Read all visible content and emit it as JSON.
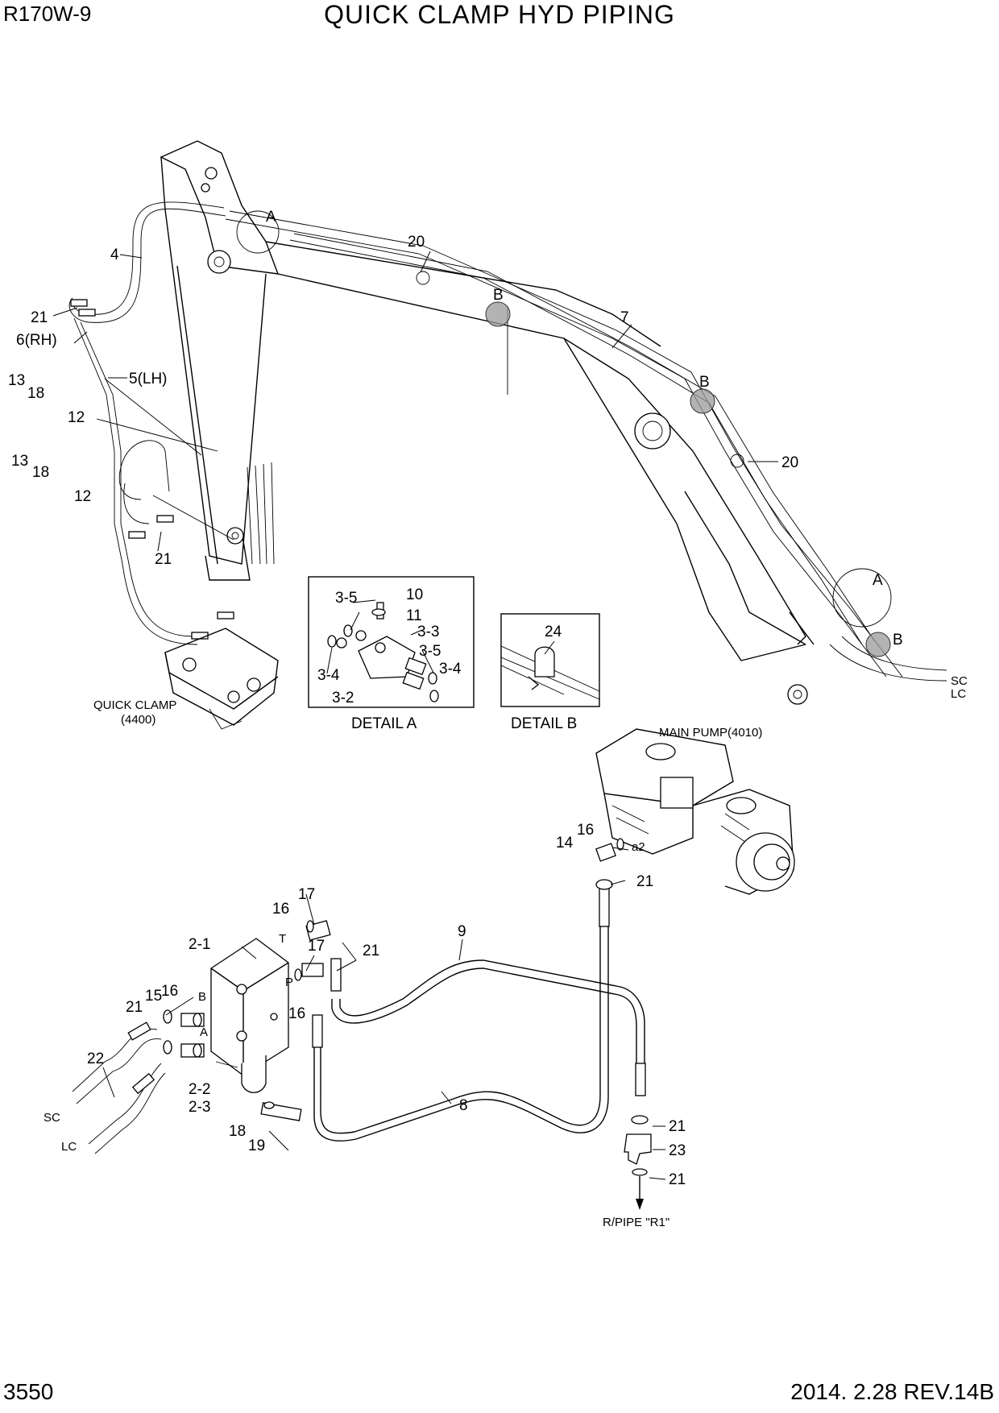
{
  "header": {
    "model": "R170W-9",
    "title": "QUICK CLAMP HYD PIPING"
  },
  "footer": {
    "page": "3550",
    "revision": "2014. 2.28  REV.14B"
  },
  "callouts": {
    "c2_1": "2-1",
    "c2_2": "2-2",
    "c2_3": "2-3",
    "c3_2": "3-2",
    "c3_3": "3-3",
    "c3_4a": "3-4",
    "c3_4b": "3-4",
    "c3_5a": "3-5",
    "c3_5b": "3-5",
    "c4": "4",
    "c5": "5(LH)",
    "c6": "6(RH)",
    "c7": "7",
    "c8": "8",
    "c9": "9",
    "c10": "10",
    "c11": "11",
    "c12a": "12",
    "c12b": "12",
    "c13a": "13",
    "c13b": "13",
    "c14": "14",
    "c15": "15",
    "c16a": "16",
    "c16b": "16",
    "c16c": "16",
    "c16d": "16",
    "c17a": "17",
    "c17b": "17",
    "c18a": "18",
    "c18b": "18",
    "c18c": "18",
    "c19": "19",
    "c20a": "20",
    "c20b": "20",
    "c21a": "21",
    "c21b": "21",
    "c21c": "21",
    "c21d": "21",
    "c21e": "21",
    "c21f": "21",
    "c21g": "21",
    "c22": "22",
    "c23": "23",
    "c24": "24",
    "refA1": "A",
    "refA2": "A",
    "refB1": "B",
    "refB2": "B",
    "refB3": "B"
  },
  "labels": {
    "quick_clamp": "QUICK CLAMP",
    "quick_clamp_no": "(4400)",
    "main_pump": "MAIN PUMP(4010)",
    "detail_a": "DETAIL A",
    "detail_b": "DETAIL B",
    "r_pipe": "R/PIPE \"R1\"",
    "sc_top": "SC",
    "lc_top": "LC",
    "sc_bottom": "SC",
    "lc_bottom": "LC",
    "port_t": "T",
    "port_p": "P",
    "port_a": "A",
    "port_b": "B",
    "port_a2": "a2"
  }
}
